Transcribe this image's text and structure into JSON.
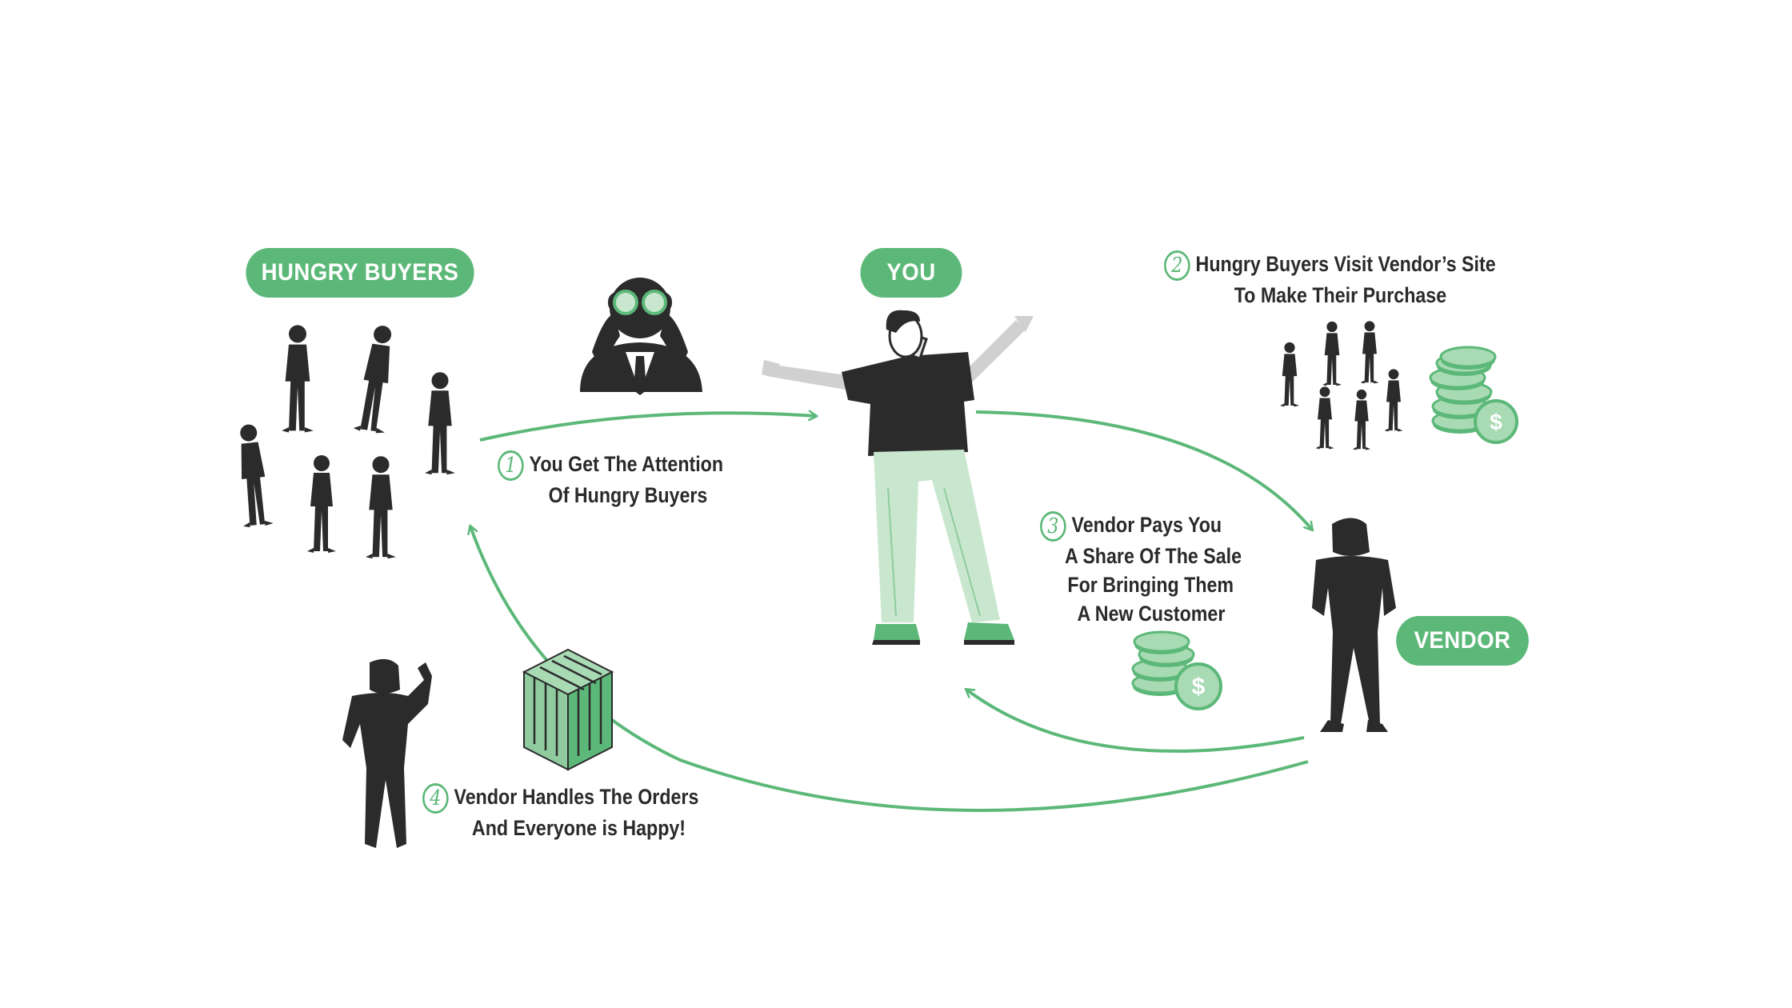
{
  "labels": {
    "hungry_buyers": "HUNGRY BUYERS",
    "you": "YOU",
    "vendor": "VENDOR"
  },
  "steps": [
    {
      "num": "1",
      "line1": "You Get The Attention",
      "line2": "Of Hungry Buyers"
    },
    {
      "num": "2",
      "line1": "Hungry Buyers Visit Vendor’s Site",
      "line2": "To Make Their Purchase"
    },
    {
      "num": "3",
      "line1": "Vendor Pays You",
      "line2": "A Share Of The Sale",
      "line3": "For Bringing Them",
      "line4": "A New Customer"
    },
    {
      "num": "4",
      "line1": "Vendor Handles The Orders",
      "line2": "And Everyone is Happy!"
    }
  ],
  "icons": [
    "crowd-icon",
    "binoculars-person-icon",
    "person-arms-out-icon",
    "small-crowd-icon",
    "coin-stack-icon",
    "vendor-person-icon",
    "happy-person-icon",
    "crate-icon",
    "arrow-icon"
  ],
  "colors": {
    "accent": "#5cb878",
    "accent_light": "#c9e7cf",
    "figure": "#2b2b2b",
    "text": "#2a2a2a"
  }
}
